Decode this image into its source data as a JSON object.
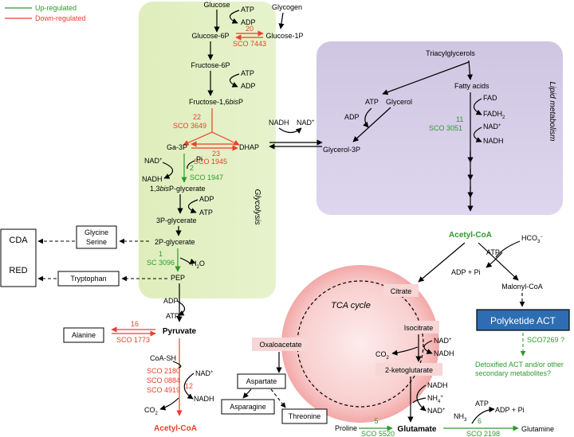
{
  "legend": {
    "up": "Up-regulated",
    "down": "Down-regulated",
    "up_color": "#2e9a2e",
    "down_color": "#e8402a"
  },
  "regions": {
    "glycolysis": "Glycolysis",
    "lipid": "Lipid metabolism",
    "tca": "TCA cycle"
  },
  "glycolysis": {
    "glucose": "Glucose",
    "atp1": "ATP",
    "adp1": "ADP",
    "glycogen": "Glycogen",
    "glucose6p": "Glucose-6P",
    "glucose1p": "Glucose-1P",
    "e20": "20",
    "sco7443": "SCO 7443",
    "fructose6p": "Fructose-6P",
    "atp2": "ATP",
    "adp2": "ADP",
    "fbp_a": "Fructose-1,6",
    "fbp_b": "bis",
    "fbp_c": "P",
    "e22": "22",
    "sco3649": "SCO 3649",
    "ga3p": "Ga-3P",
    "dhap": "DHAP",
    "e23": "23",
    "sco1945": "SCO 1945",
    "nadp": "NAD",
    "pi": "Pi",
    "nadh": "NADH",
    "e2": "2",
    "sco1947": "SCO 1947",
    "bpg_a": "1,3",
    "bpg_b": "bis",
    "bpg_c": "P-glycerate",
    "adp3": "ADP",
    "atp3": "ATP",
    "pg3": "3P-glycerate",
    "pg2": "2P-glycerate",
    "e1": "1",
    "sc3096": "SC 3096",
    "h2o": "H",
    "pep": "PEP",
    "adp4": "ADP",
    "atp4": "ATP",
    "pyruvate": "Pyruvate",
    "e16": "16",
    "sco1773": "SCO 1773",
    "alanine": "Alanine",
    "coash": "CoA-SH",
    "sco2180": "SCO 2180",
    "sco0884": "SCO 0884",
    "sco4919": "SCO 4919",
    "e12": "12",
    "nadp2": "NAD",
    "nadh2": "NADH",
    "co2": "CO",
    "acetylcoa": "Acetyl-CoA"
  },
  "side": {
    "cda": "CDA",
    "red": "RED",
    "glycine": "Glycine",
    "serine": "Serine",
    "tryptophan": "Tryptophan"
  },
  "lipid": {
    "nadh": "NADH",
    "nadp": "NAD",
    "tag": "Triacylglycerols",
    "fattyacids": "Fatty acids",
    "atp": "ATP",
    "glycerol": "Glycerol",
    "adp": "ADP",
    "glycerol3p": "Glycerol-3P",
    "fad": "FAD",
    "fadh": "FADH",
    "e11": "11",
    "sco3051": "SCO 3051",
    "nadp2": "NAD",
    "nadh2": "NADH",
    "acetylcoa": "Acetyl-CoA"
  },
  "malonyl": {
    "atp": "ATP",
    "hco3": "HCO",
    "adppi": "ADP + Pi",
    "malonylcoa": "Malonyl-CoA",
    "polyketide": "Polyketide ACT",
    "sco7269": "SCO7269 ?",
    "detox1": "Detoxified ACT and/or other",
    "detox2": "secondary metabolites?"
  },
  "tca": {
    "citrate": "Citrate",
    "isocitrate": "Isocitrate",
    "nadp": "NAD",
    "co2": "CO",
    "nadh": "NADH",
    "ketoglutarate": "2-ketoglutarate",
    "oxaloacetate": "Oxaloacetate",
    "aspartate": "Aspartate",
    "asparagine": "Asparagine",
    "threonine": "Threonine",
    "nadh2": "NADH",
    "nh4": "NH",
    "nadp2": "NAD",
    "proline": "Proline",
    "e5": "5",
    "sco5520": "SCO 5520",
    "glutamate": "Glutamate",
    "nh3": "NH",
    "atp": "ATP",
    "adppi": "ADP + Pi",
    "e6": "6",
    "sco2198": "SCO 2198",
    "glutamine": "Glutamine"
  }
}
